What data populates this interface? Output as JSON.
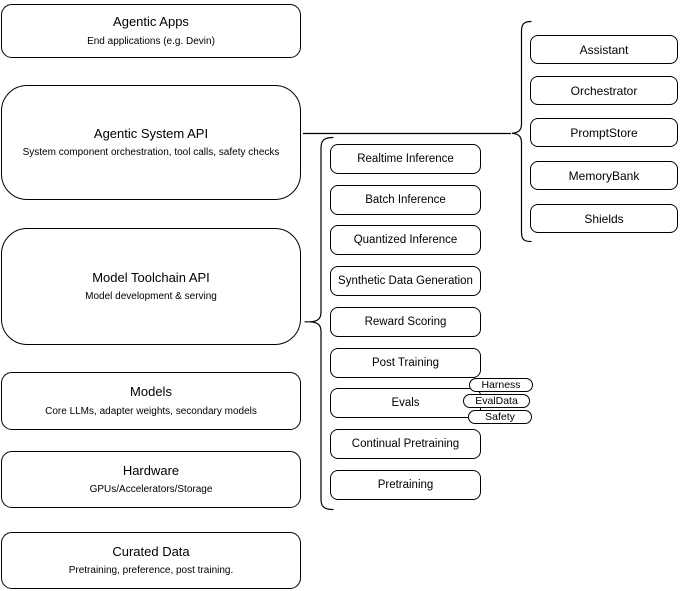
{
  "diagram": {
    "left_column": [
      {
        "title": "Agentic Apps",
        "subtitle": "End applications (e.g. Devin)"
      },
      {
        "title": "Agentic System API",
        "subtitle": "System component orchestration, tool calls, safety checks"
      },
      {
        "title": "Model Toolchain API",
        "subtitle": "Model development & serving"
      },
      {
        "title": "Models",
        "subtitle": "Core LLMs, adapter weights, secondary models"
      },
      {
        "title": "Hardware",
        "subtitle": "GPUs/Accelerators/Storage"
      },
      {
        "title": "Curated Data",
        "subtitle": "Pretraining, preference, post training."
      }
    ],
    "toolchain_services": [
      "Realtime Inference",
      "Batch Inference",
      "Quantized Inference",
      "Synthetic Data Generation",
      "Reward Scoring",
      "Post Training",
      "Evals",
      "Continual Pretraining",
      "Pretraining"
    ],
    "eval_tags": [
      "Harness",
      "EvalData",
      "Safety"
    ],
    "system_components": [
      "Assistant",
      "Orchestrator",
      "PromptStore",
      "MemoryBank",
      "Shields"
    ],
    "colors": {
      "stroke": "#000000",
      "fill": "#ffffff",
      "text": "#000000"
    }
  }
}
